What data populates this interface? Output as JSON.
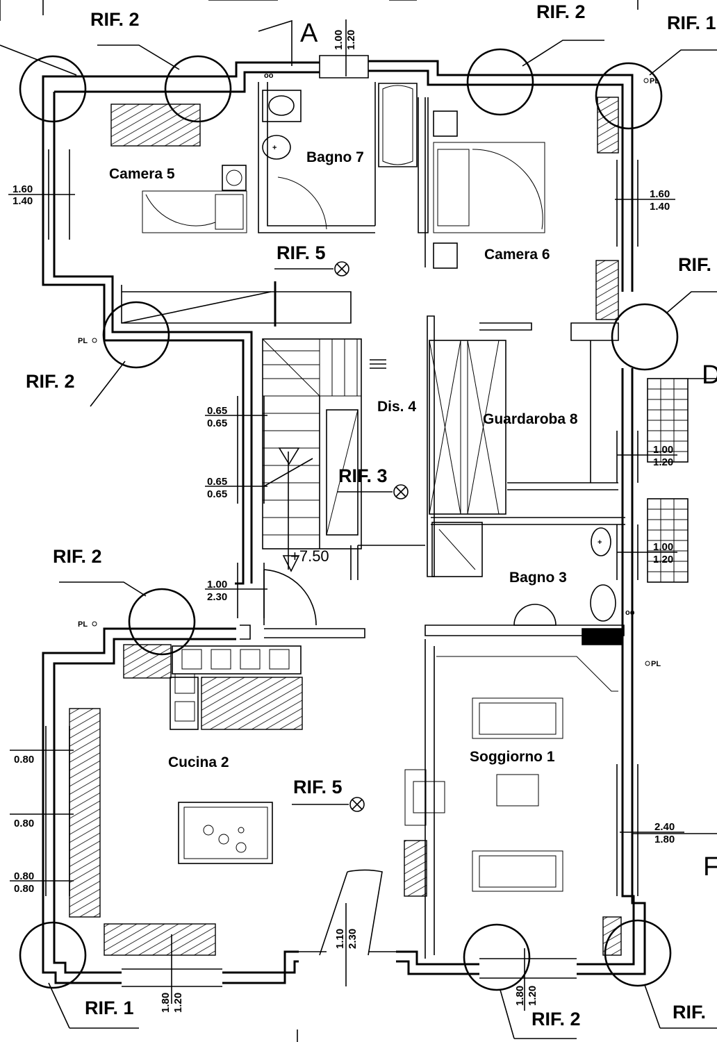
{
  "rooms": {
    "camera5": "Camera 5",
    "bagno7": "Bagno 7",
    "camera6": "Camera 6",
    "dis4": "Dis. 4",
    "guardaroba8": "Guardaroba 8",
    "bagno3": "Bagno 3",
    "cucina2": "Cucina 2",
    "soggiorno1": "Soggiorno 1"
  },
  "section_mark": "A",
  "refs": {
    "rif2": "RIF. 2",
    "rif1": "RIF. 1",
    "rif3": "RIF. 3",
    "rif5": "RIF. 5",
    "rif_cut_tr": "RIF. 1",
    "rif_cut_r": "RIF.",
    "rif_cut_br": "RIF."
  },
  "edge_letters": {
    "d": "D",
    "f": "F"
  },
  "stair_level": "+7.50",
  "pl": "PL",
  "dims": {
    "top_door": [
      "1.00",
      "1.20"
    ],
    "camera5_win": [
      "1.60",
      "1.40"
    ],
    "camera6_win": [
      "1.60",
      "1.40"
    ],
    "stair_win1": [
      "0.65",
      "0.65"
    ],
    "stair_win2": [
      "0.65",
      "0.65"
    ],
    "stair_door": [
      "1.00",
      "2.30"
    ],
    "guard_win": [
      "1.00",
      "1.20"
    ],
    "bagno3_win": [
      "1.00",
      "1.20"
    ],
    "cucina_win1": [
      "0.80",
      ""
    ],
    "cucina_win2": [
      "0.80",
      ""
    ],
    "cucina_win3": [
      "0.80",
      "0.80"
    ],
    "entry_door": [
      "1.10",
      "2.30"
    ],
    "soggiorno_win": [
      "2.40",
      "1.80"
    ],
    "bottom_win1": [
      "1.80",
      "1.20"
    ],
    "bottom_win2": [
      "1.80",
      "1.20"
    ]
  }
}
